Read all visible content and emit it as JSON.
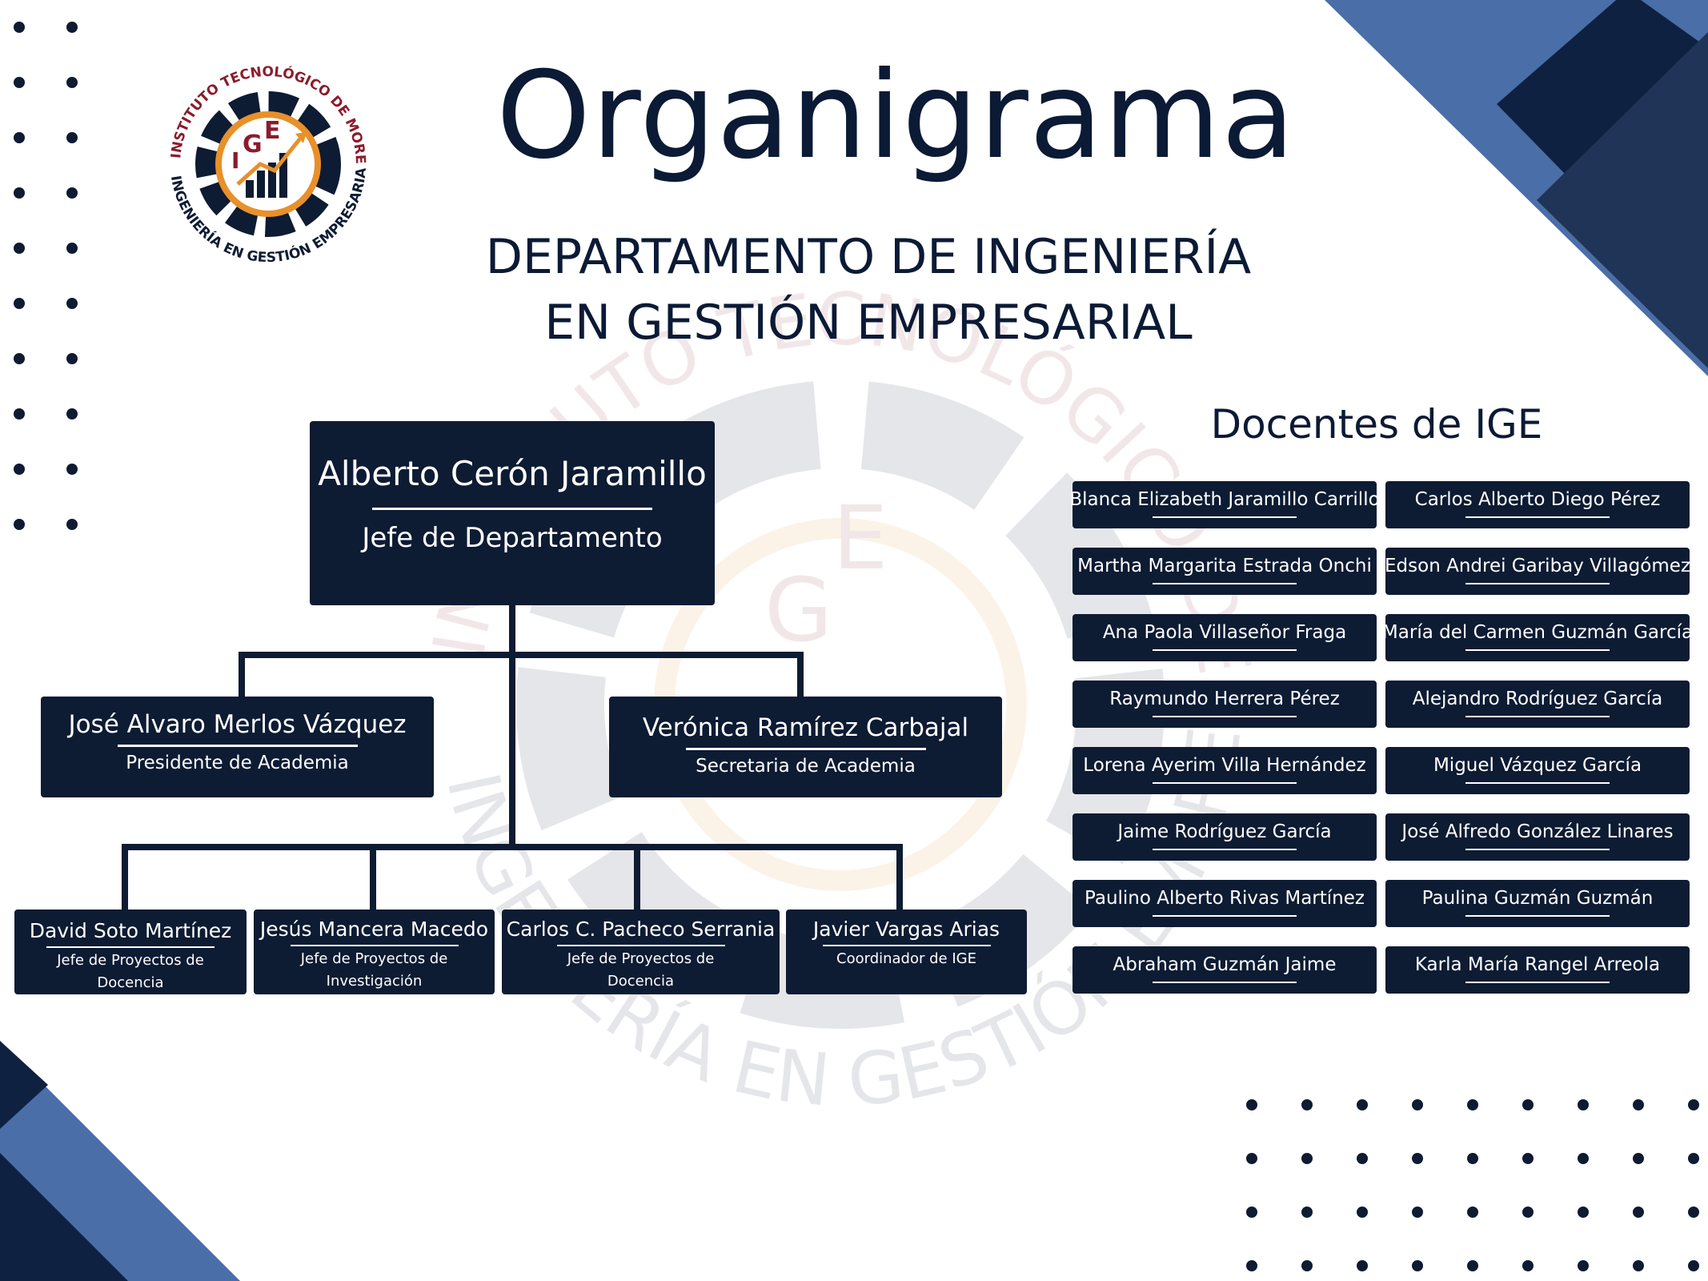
{
  "title": "Organigrama",
  "subtitle_line1": "DEPARTAMENTO DE INGENIERÍA",
  "subtitle_line2": "EN GESTIÓN EMPRESARIAL",
  "logo": {
    "ring_text_top": "INSTITUTO TECNOLÓGICO DE MORELIA",
    "ring_text_bottom": "INGENIERÍA EN GESTIÓN EMPRESARIAL",
    "letter_i": "I",
    "letter_g": "G",
    "letter_e": "E"
  },
  "watermark": {
    "text_top": "INSTITUTO TECNOLÓGICO DE MORELIA",
    "text_bottom": "INGENIERÍA EN GESTIÓN EMPRESARIAL",
    "letter_g": "G",
    "letter_e": "E"
  },
  "head": {
    "name": "Alberto Cerón Jaramillo",
    "role": "Jefe de Departamento"
  },
  "academy": [
    {
      "name": "José Alvaro Merlos Vázquez",
      "role": "Presidente de Academia"
    },
    {
      "name": "Verónica Ramírez Carbajal",
      "role": "Secretaria de Academia"
    }
  ],
  "staff": [
    {
      "name": "David Soto Martínez",
      "role": "Jefe de Proyectos de Docencia"
    },
    {
      "name": "Jesús Mancera Macedo",
      "role": "Jefe de Proyectos de Investigación"
    },
    {
      "name": "Carlos C. Pacheco Serrania",
      "role": "Jefe de Proyectos de Docencia"
    },
    {
      "name": "Javier Vargas Arias",
      "role": "Coordinador de IGE"
    }
  ],
  "docentes_title": "Docentes de IGE",
  "docentes": [
    "Blanca Elizabeth Jaramillo Carrillo",
    "Carlos Alberto Diego Pérez",
    "Martha Margarita Estrada Onchi",
    "Edson Andrei Garibay Villagómez",
    "Ana Paola Villaseñor Fraga",
    "María del Carmen Guzmán García",
    "Raymundo Herrera Pérez",
    "Alejandro Rodríguez García",
    "Lorena Ayerim Villa Hernández",
    "Miguel Vázquez García",
    "Jaime Rodríguez García",
    "José Alfredo González Linares",
    "Paulino Alberto Rivas Martínez",
    "Paulina Guzmán Guzmán",
    "Abraham Guzmán Jaime",
    "Karla María Rangel Arreola"
  ],
  "colors": {
    "navy": "#0d1b33",
    "blue": "#4a6ea8",
    "orange": "#e8902a",
    "maroon": "#8b1c2c",
    "white": "#ffffff"
  }
}
